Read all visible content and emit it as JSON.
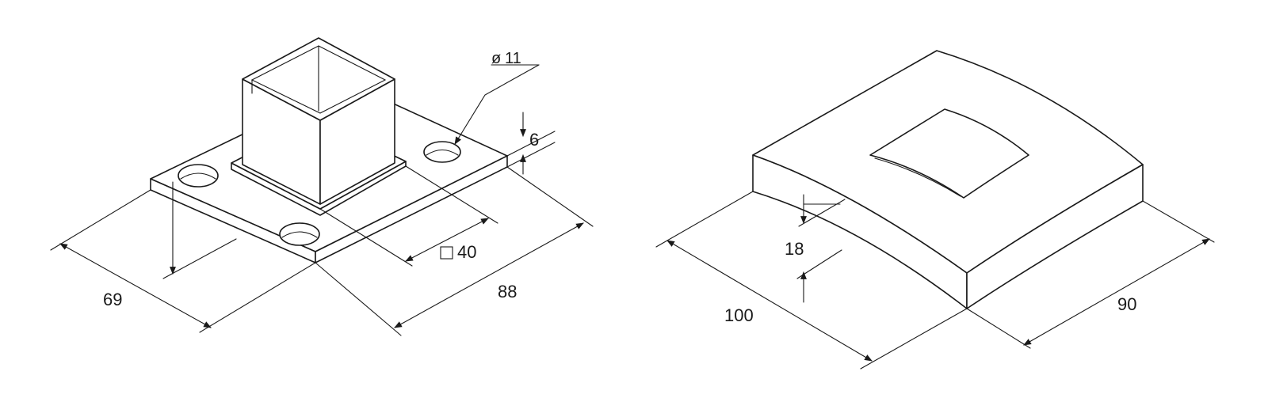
{
  "left_part": {
    "hole_diameter_symbol": "ø",
    "hole_diameter": "11",
    "thickness": "6",
    "tube_size_symbol": "□",
    "tube_size": "40",
    "width": "69",
    "length": "88"
  },
  "right_part": {
    "height": "18",
    "length": "100",
    "width": "90"
  }
}
